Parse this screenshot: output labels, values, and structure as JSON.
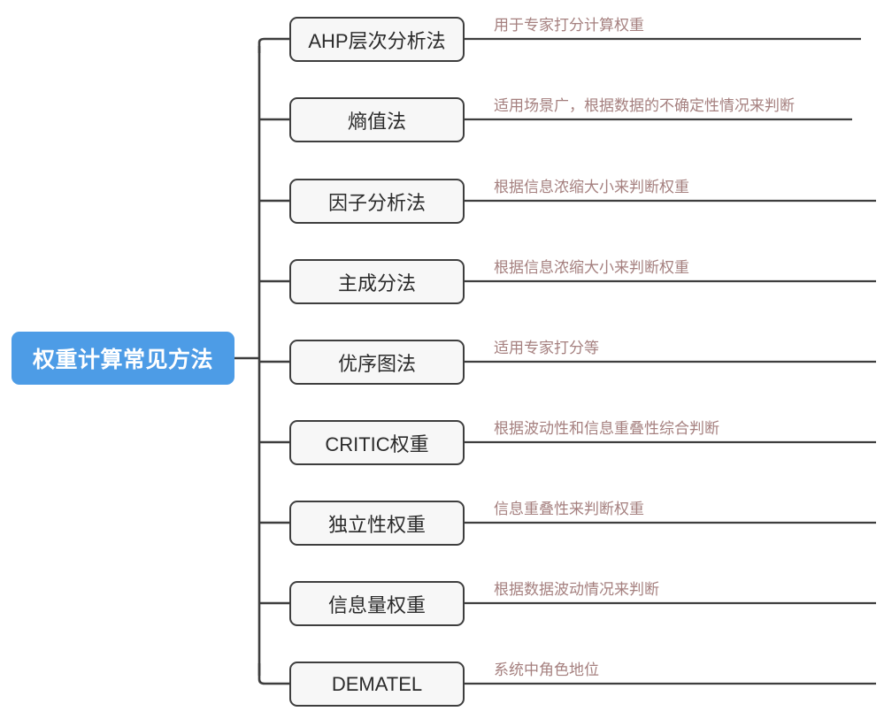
{
  "diagram": {
    "type": "mindmap",
    "title": "权重计算常见方法",
    "orientation": "left-root-right-branches",
    "colors": {
      "root_fill": "#4d9ce6",
      "root_text": "#ffffff",
      "node_fill": "#f7f7f7",
      "node_border": "#3e3e3e",
      "node_text": "#2b2b2b",
      "annotation_text": "#a5807f",
      "connector": "#3e3e3e",
      "background": "#ffffff"
    },
    "root": {
      "label": "权重计算常见方法"
    },
    "branches": [
      {
        "label": "AHP层次分析法",
        "annotation": "用于专家打分计算权重"
      },
      {
        "label": "熵值法",
        "annotation": "适用场景广，根据数据的不确定性情况来判断"
      },
      {
        "label": "因子分析法",
        "annotation": "根据信息浓缩大小来判断权重"
      },
      {
        "label": "主成分法",
        "annotation": "根据信息浓缩大小来判断权重"
      },
      {
        "label": "优序图法",
        "annotation": "适用专家打分等"
      },
      {
        "label": "CRITIC权重",
        "annotation": "根据波动性和信息重叠性综合判断"
      },
      {
        "label": "独立性权重",
        "annotation": "信息重叠性来判断权重"
      },
      {
        "label": "信息量权重",
        "annotation": "根据数据波动情况来判断"
      },
      {
        "label": "DEMATEL",
        "annotation": "系统中角色地位"
      }
    ]
  }
}
